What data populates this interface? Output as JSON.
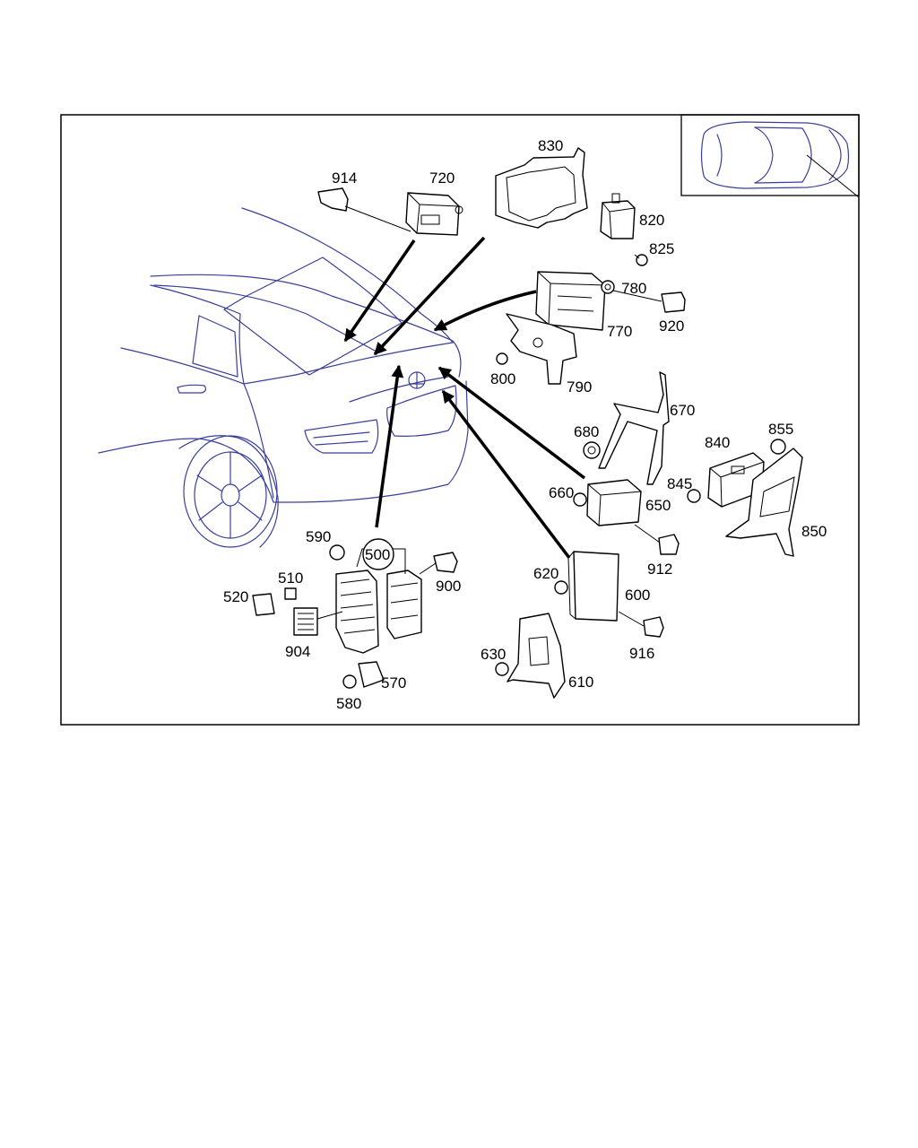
{
  "diagram": {
    "inset_icon": "car-top-view-icon",
    "callouts": [
      {
        "id": "914",
        "text": "914"
      },
      {
        "id": "720",
        "text": "720"
      },
      {
        "id": "830",
        "text": "830"
      },
      {
        "id": "820",
        "text": "820"
      },
      {
        "id": "825",
        "text": "825"
      },
      {
        "id": "780",
        "text": "780"
      },
      {
        "id": "920",
        "text": "920"
      },
      {
        "id": "770",
        "text": "770"
      },
      {
        "id": "800",
        "text": "800"
      },
      {
        "id": "790",
        "text": "790"
      },
      {
        "id": "670",
        "text": "670"
      },
      {
        "id": "680",
        "text": "680"
      },
      {
        "id": "855",
        "text": "855"
      },
      {
        "id": "840",
        "text": "840"
      },
      {
        "id": "845",
        "text": "845"
      },
      {
        "id": "660",
        "text": "660"
      },
      {
        "id": "650",
        "text": "650"
      },
      {
        "id": "850",
        "text": "850"
      },
      {
        "id": "590",
        "text": "590"
      },
      {
        "id": "500",
        "text": "500"
      },
      {
        "id": "900",
        "text": "900"
      },
      {
        "id": "912",
        "text": "912"
      },
      {
        "id": "510",
        "text": "510"
      },
      {
        "id": "520",
        "text": "520"
      },
      {
        "id": "620",
        "text": "620"
      },
      {
        "id": "600",
        "text": "600"
      },
      {
        "id": "904",
        "text": "904"
      },
      {
        "id": "916",
        "text": "916"
      },
      {
        "id": "630",
        "text": "630"
      },
      {
        "id": "570",
        "text": "570"
      },
      {
        "id": "610",
        "text": "610"
      },
      {
        "id": "580",
        "text": "580"
      }
    ]
  }
}
